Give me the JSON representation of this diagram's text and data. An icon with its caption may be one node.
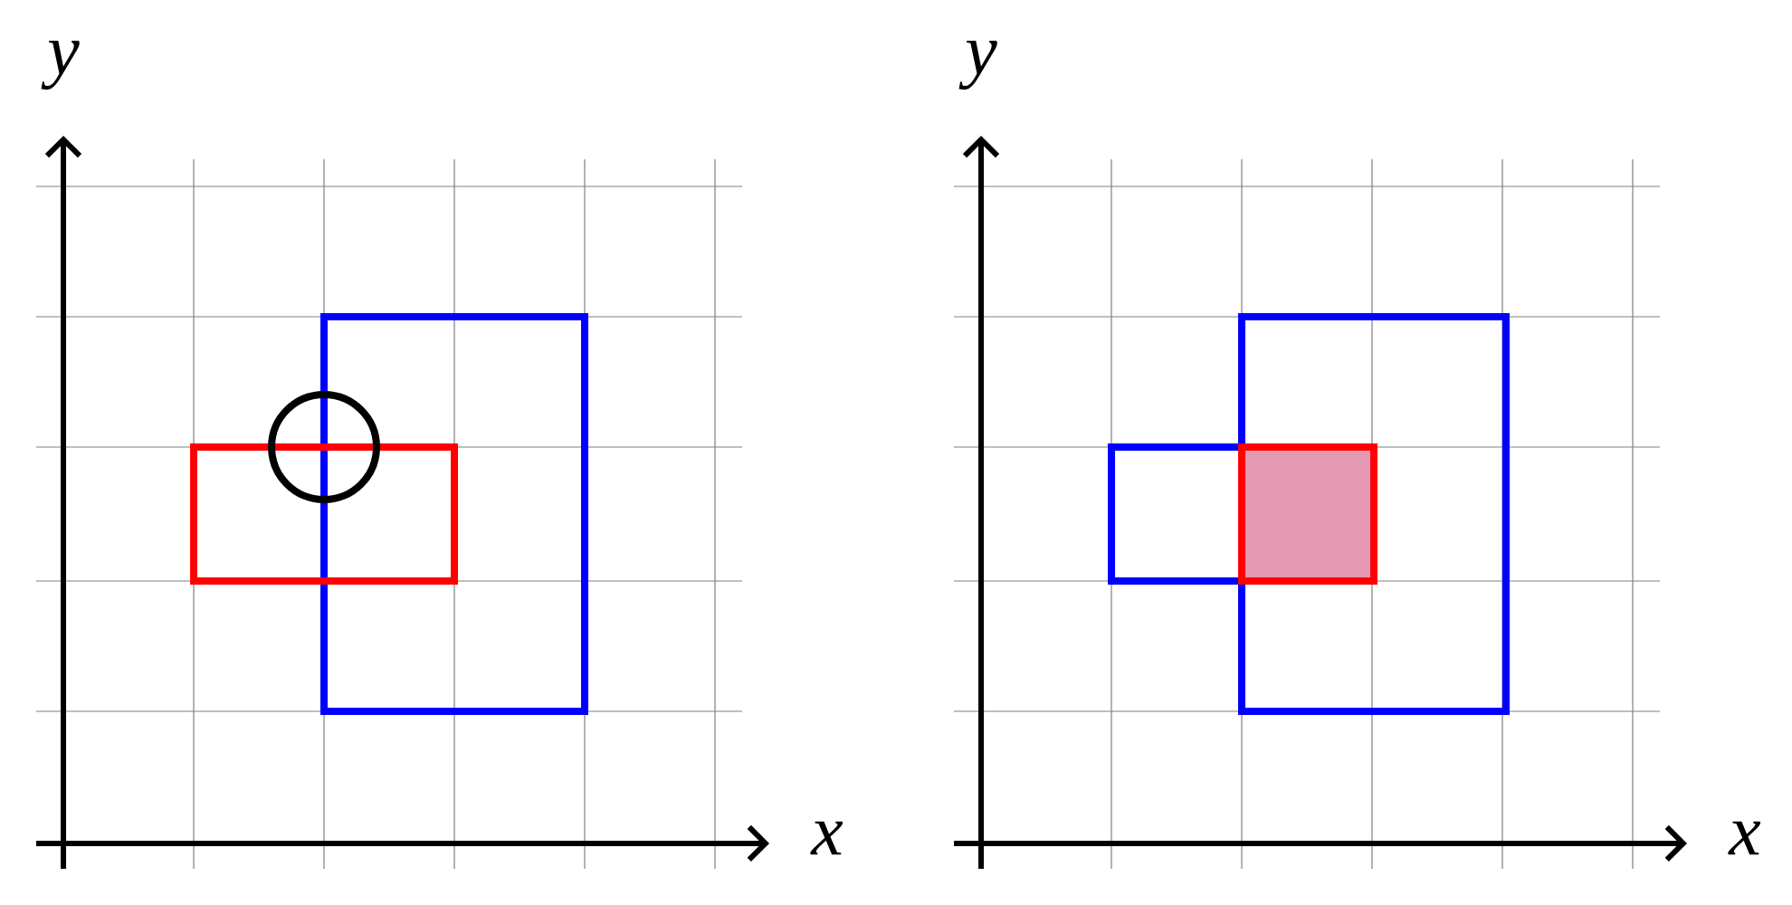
{
  "diagram": {
    "labels": [
      "y",
      "y",
      "x",
      "x"
    ]
  }
}
